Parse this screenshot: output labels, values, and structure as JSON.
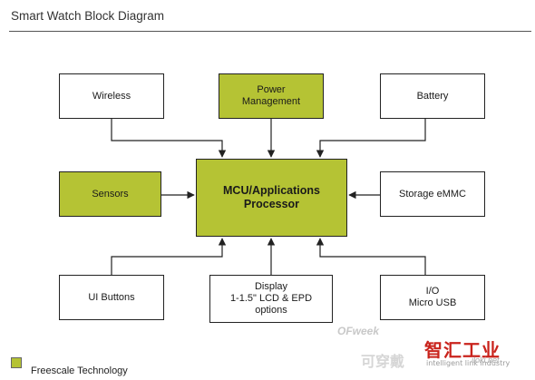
{
  "title": "Smart Watch Block Diagram",
  "colors": {
    "accent_green": "#b5c334",
    "border": "#222222"
  },
  "blocks": {
    "wireless": "Wireless",
    "power": "Power\nManagement",
    "battery": "Battery",
    "sensors": "Sensors",
    "mcu": "MCU/Applications\nProcessor",
    "storage": "Storage eMMC",
    "ui_buttons": "UI Buttons",
    "display": "Display\n1-1.5\" LCD & EPD\noptions",
    "io": "I/O\nMicro USB"
  },
  "legend": {
    "label": "Freescale Technology"
  },
  "watermark": {
    "brand_cn": "智汇工业",
    "tagline": "intelligent link industry",
    "site_a": "OFweek",
    "site_cn": "可穿戴",
    "site_b": "iloki.net"
  }
}
